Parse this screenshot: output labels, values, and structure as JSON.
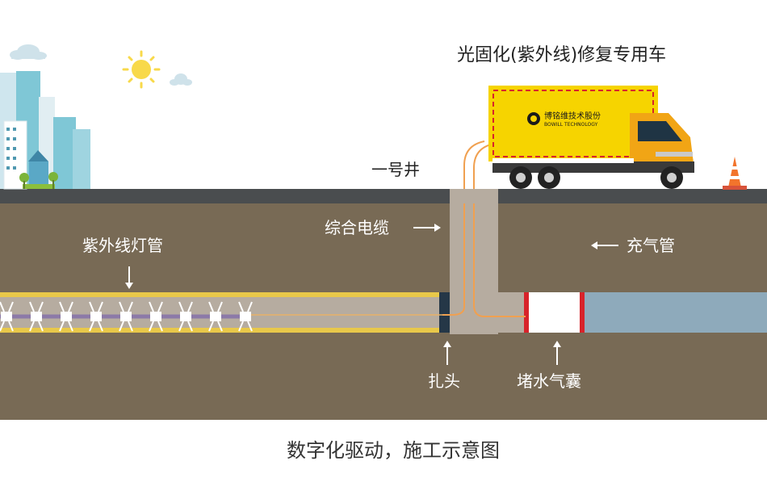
{
  "truck_title": "光固化(紫外线)修复专用车",
  "well_label": "一号井",
  "cable_label": "综合电缆",
  "uv_lamp_label": "紫外线灯管",
  "air_tube_label": "充气管",
  "tie_head_label": "扎头",
  "water_plug_label": "堵水气囊",
  "caption": "数字化驱动，施工示意图",
  "truck_logo": {
    "line1": "博铭维技术股份",
    "line2": "BOWILL TECHNOLOGY"
  },
  "colors": {
    "soil": "#786a55",
    "road": "#4a4d4f",
    "pipe_liner": "#e8c84a",
    "water": "#8eaabb",
    "truck": "#f6d400",
    "cab": "#f1a515",
    "plug_edge": "#d8232a",
    "building": "#7fc7d6"
  },
  "icons": [
    "sun-icon",
    "cloud-icon",
    "traffic-cone-icon",
    "arrow-right-icon",
    "arrow-left-icon",
    "arrow-down-icon",
    "arrow-up-icon"
  ]
}
